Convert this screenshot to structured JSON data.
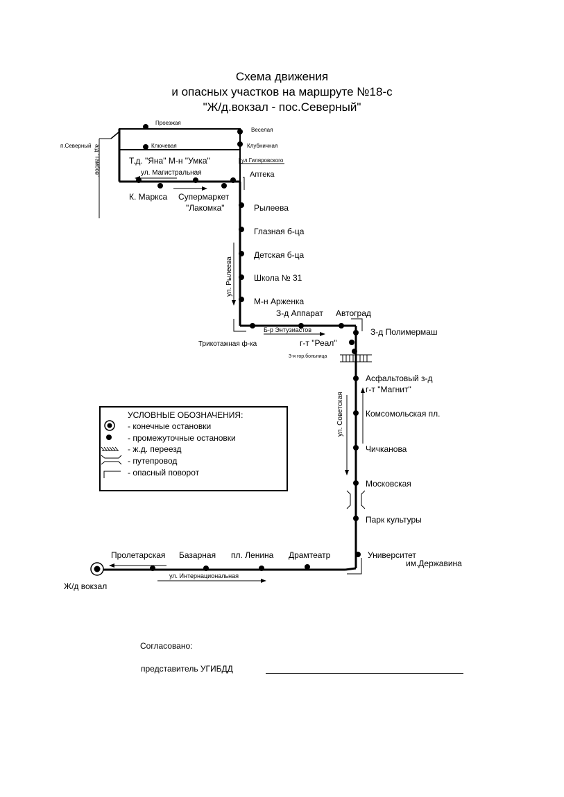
{
  "title": {
    "line1": "Схема движения",
    "line2": "и опасных участков на маршруте №18-с",
    "line3": "\"Ж/д.вокзал - пос.Северный\""
  },
  "streets": {
    "proezzhaya": "Проезжая",
    "veselaya": "Веселая",
    "klyuchevaya": "Ключевая",
    "klubnichnaya": "Клубничная",
    "p_severny": "п.Северный",
    "tambov_road": "а/д \"Тамбов\"",
    "gilyarovskogo": "ул.Гиляровского",
    "magistralnaya": "ул. Магистральная",
    "ryleeva_street": "ул. Рылеева",
    "entuziastov": "Б-р Энтузиастов",
    "sovetskaya": "ул. Советская",
    "internatsionalnaya": "ул. Интернациональная"
  },
  "stops": {
    "yana_umka": "Т.д. \"Яна\"  М-н \"Умка\"",
    "apteka": "Аптека",
    "k_marksa": "К. Маркса",
    "supermarket_1": "Супермаркет",
    "supermarket_2": "\"Лакомка\"",
    "ryleeva": "Рылеева",
    "glaznaya": "Глазная б-ца",
    "detskaya": "Детская б-ца",
    "shkola": "Школа № 31",
    "arzhenka": "М-н Арженка",
    "zd_apparat": "З-д Аппарат",
    "avtograd": "Автоград",
    "polimermash": "З-д Полимермаш",
    "trikotazh": "Трикотажная ф-ка",
    "real": "г-т \"Реал\"",
    "bolnitsa": "3-я гор.больница",
    "asfalt": "Асфальтовый з-д",
    "magnit": "г-т \"Магнит\"",
    "komsomolskaya": "Комсомольская пл.",
    "chichkanova": "Чичканова",
    "moskovskaya": "Московская",
    "park": "Парк культуры",
    "universitet_1": "Университет",
    "universitet_2": "им.Державина",
    "dramteatr": "Драмтеатр",
    "lenina": "пл. Ленина",
    "bazarnaya": "Базарная",
    "proletarskaya": "Пролетарская",
    "vokzal": "Ж/д вокзал"
  },
  "legend": {
    "heading": "УСЛОВНЫЕ ОБОЗНАЧЕНИЯ:",
    "terminal": "- конечные остановки",
    "intermediate": "- промежуточные остановки",
    "railway": "- ж.д. переезд",
    "overpass": "- путепровод",
    "turn": "- опасный поворот"
  },
  "signature": {
    "agreed": "Согласовано:",
    "representative": "представитель УГИБДД"
  }
}
